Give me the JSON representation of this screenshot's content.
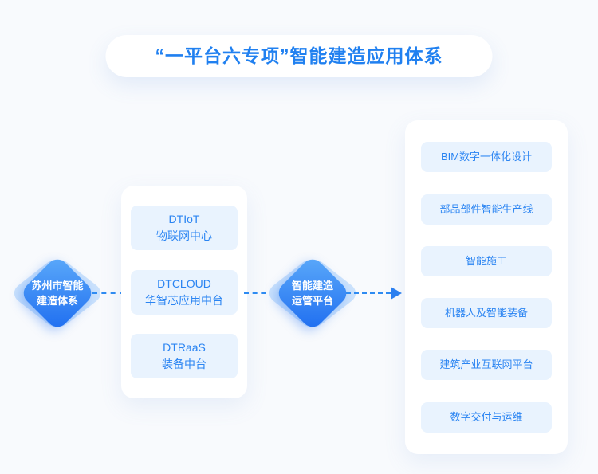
{
  "title": "“一平台六专项”智能建造应用体系",
  "left_node": {
    "line1": "苏州市智能",
    "line2": "建造体系"
  },
  "center_node": {
    "line1": "智能建造",
    "line2": "运管平台"
  },
  "middle_panel": {
    "items": [
      {
        "line1": "DTIoT",
        "line2": "物联网中心"
      },
      {
        "line1": "DTCLOUD",
        "line2": "华智芯应用中台"
      },
      {
        "line1": "DTRaaS",
        "line2": "装备中台"
      }
    ]
  },
  "right_panel": {
    "items": [
      "BIM数字一体化设计",
      "部品部件智能生产线",
      "智能施工",
      "机器人及智能装备",
      "建筑产业互联网平台",
      "数字交付与运维"
    ]
  },
  "colors": {
    "accent": "#2080F0",
    "node_gradient_start": "#5CAAFA",
    "node_gradient_end": "#1E6DF0",
    "node_echo": "#CBE2FC",
    "box_bg": "#E9F3FE",
    "box_text": "#2A84F2",
    "connector": "#2E8BF2",
    "background": "#F8FAFD"
  }
}
